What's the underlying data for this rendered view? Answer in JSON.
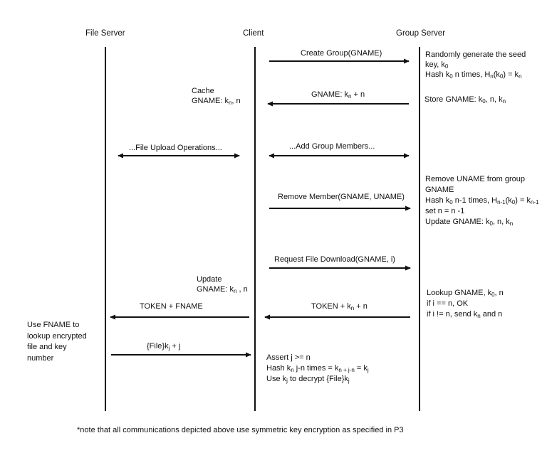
{
  "actors": {
    "file_server": "File Server",
    "client": "Client",
    "group_server": "Group Server"
  },
  "messages": {
    "create_group": "Create Group(GNAME)",
    "gname_kn": {
      "pre": "GNAME: k",
      "sub": "n",
      "post": " + n"
    },
    "file_upload": "...File Upload Operations...",
    "add_members": "...Add Group Members...",
    "remove_member": "Remove Member(GNAME, UNAME)",
    "request_download": "Request File Download(GNAME, i)",
    "token_fname": "TOKEN + FNAME",
    "token_kn": {
      "pre": "TOKEN + k",
      "sub": "n",
      "post": " + n"
    },
    "file_kj": {
      "pre": "{File}k",
      "sub": "j",
      "post": " + j"
    }
  },
  "notes": {
    "gs_create": {
      "line1": "Randomly generate the seed",
      "line2": {
        "pre": "key, k",
        "sub": "0"
      },
      "line3": {
        "a": "Hash k",
        "b": "0",
        "c": " n times, H",
        "d": "n",
        "e": "(k",
        "f": "0",
        "g": ") = k",
        "h": "n"
      }
    },
    "gs_store": {
      "a": "Store GNAME: k",
      "b": "0",
      "c": ", n, k",
      "d": "n"
    },
    "client_cache": {
      "line1": "Cache",
      "line2": {
        "a": "GNAME: k",
        "b": "n",
        "c": ", n"
      }
    },
    "gs_remove": {
      "line1": "Remove UNAME from group",
      "line2": "GNAME",
      "line3": {
        "a": "Hash k",
        "b": "0",
        "c": " n-1 times, H",
        "d": "n-1",
        "e": "(k",
        "f": "0",
        "g": ") = k",
        "h": "n-1"
      },
      "line4": "set n = n -1",
      "line5": {
        "a": "Update GNAME: k",
        "b": "0",
        "c": ", n, k",
        "d": "n"
      }
    },
    "client_update": {
      "line1": "Update",
      "line2": {
        "a": "GNAME: k",
        "b": "n",
        "c": " , n"
      }
    },
    "gs_lookup": {
      "line1": {
        "a": "Lookup GNAME, k",
        "b": "0",
        "c": ", n"
      },
      "line2": "if i == n, OK",
      "line3": {
        "a": "if i != n, send k",
        "b": "n",
        "c": " and n"
      }
    },
    "fs_lookup": {
      "line1": "Use FNAME to",
      "line2": "lookup encrypted",
      "line3": "file and key",
      "line4": "number"
    },
    "client_assert": {
      "line1": "Assert j >= n",
      "line2": {
        "a": "Hash k",
        "b": "n",
        "c": " j-n times = k",
        "d": "n + j-n",
        "e": " = k",
        "f": "j"
      },
      "line3": {
        "a": "Use k",
        "b": "j",
        "c": " to decrypt {File}k",
        "d": "j"
      }
    }
  },
  "footnote": "*note that all communications depicted above use symmetric key encryption as specified in P3"
}
